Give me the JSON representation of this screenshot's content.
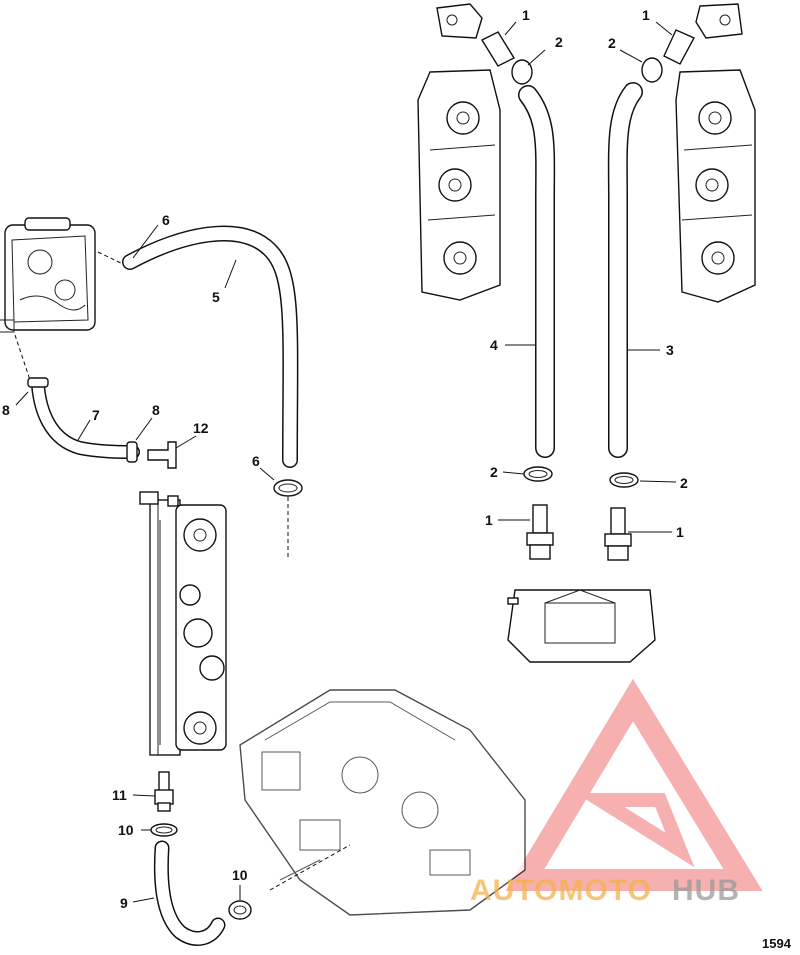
{
  "callouts": {
    "c1_top_right_a": "1",
    "c1_top_right_b": "1",
    "c2_top_a": "2",
    "c2_top_b": "2",
    "c3": "3",
    "c4": "4",
    "c2_mid_a": "2",
    "c2_mid_b": "2",
    "c1_mid_a": "1",
    "c1_mid_b": "1",
    "c6_top": "6",
    "c5": "5",
    "c8_left": "8",
    "c7": "7",
    "c8_right": "8",
    "c12": "12",
    "c6_mid": "6",
    "c11": "11",
    "c10_left": "10",
    "c10_right": "10",
    "c9": "9"
  },
  "watermark": {
    "part1": "AUTOMOTO",
    "part2": "HUB",
    "color1": "#f5b24a",
    "color2": "#9a9a9a",
    "logo_color": "#f07070"
  },
  "figure_number": "1594"
}
